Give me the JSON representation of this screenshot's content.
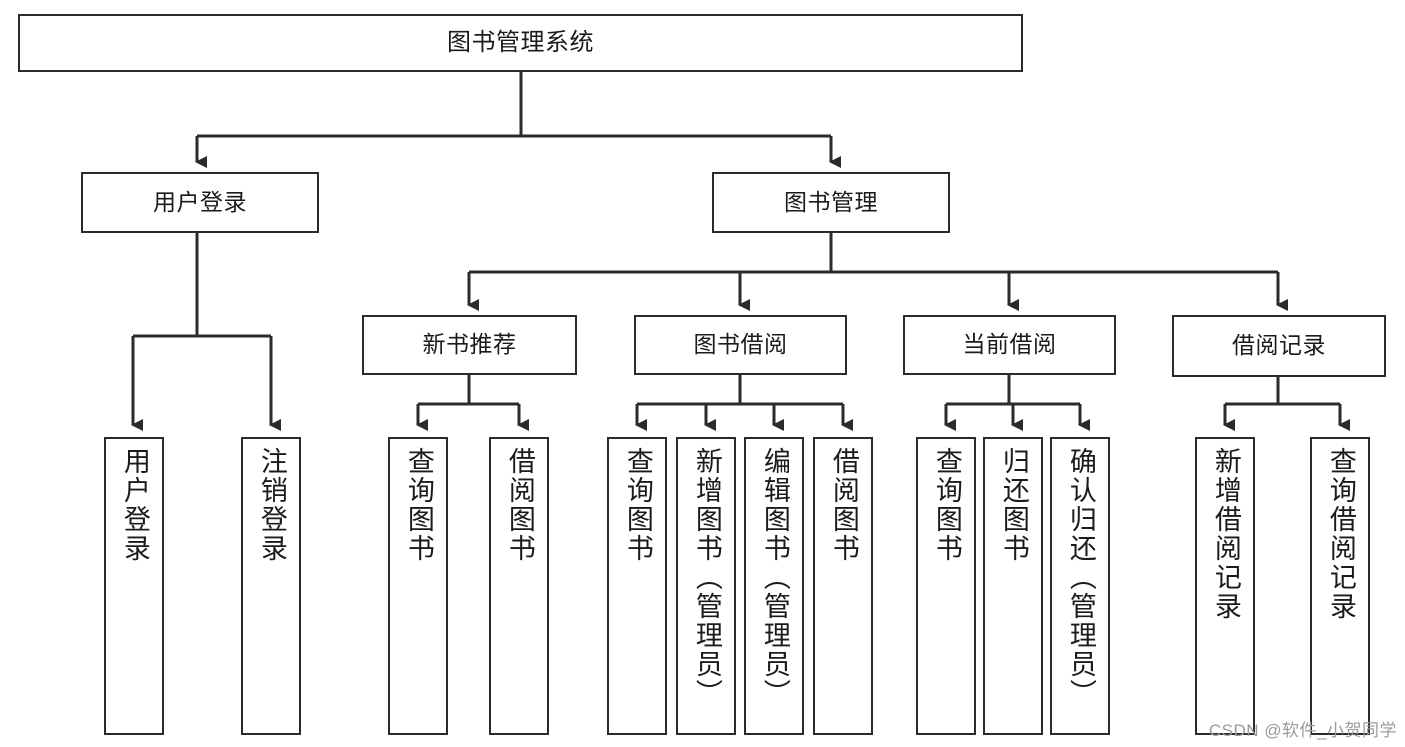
{
  "diagram": {
    "title": "图书管理系统",
    "type": "tree-hierarchy",
    "watermark": "CSDN @软件_小贺同学",
    "colors": {
      "stroke": "#2b2b2b",
      "fill": "#ffffff",
      "text": "#1b1b1b",
      "watermark": "#9a9a9a"
    },
    "root": {
      "id": "root",
      "label": "图书管理系统"
    },
    "level2": [
      {
        "id": "user-login",
        "label": "用户登录"
      },
      {
        "id": "book-manage",
        "label": "图书管理"
      }
    ],
    "level3": [
      {
        "id": "new-book-recommend",
        "label": "新书推荐",
        "parent": "book-manage"
      },
      {
        "id": "book-borrow",
        "label": "图书借阅",
        "parent": "book-manage"
      },
      {
        "id": "current-borrow",
        "label": "当前借阅",
        "parent": "book-manage"
      },
      {
        "id": "borrow-record",
        "label": "借阅记录",
        "parent": "book-manage"
      }
    ],
    "leaves": [
      {
        "id": "leaf-user-login",
        "label": "用户登录",
        "parent": "user-login"
      },
      {
        "id": "leaf-logout-login",
        "label": "注销登录",
        "parent": "user-login"
      },
      {
        "id": "leaf-query-book-rec",
        "label": "查询图书",
        "parent": "new-book-recommend"
      },
      {
        "id": "leaf-borrow-book-rec",
        "label": "借阅图书",
        "parent": "new-book-recommend"
      },
      {
        "id": "leaf-query-book-borrow",
        "label": "查询图书",
        "parent": "book-borrow"
      },
      {
        "id": "leaf-add-book-admin",
        "label": "新增图书（管理员）",
        "parent": "book-borrow"
      },
      {
        "id": "leaf-edit-book-admin",
        "label": "编辑图书（管理员）",
        "parent": "book-borrow"
      },
      {
        "id": "leaf-borrow-book",
        "label": "借阅图书",
        "parent": "book-borrow"
      },
      {
        "id": "leaf-query-book-cur",
        "label": "查询图书",
        "parent": "current-borrow"
      },
      {
        "id": "leaf-return-book",
        "label": "归还图书",
        "parent": "current-borrow"
      },
      {
        "id": "leaf-confirm-return-admin",
        "label": "确认归还（管理员）",
        "parent": "current-borrow"
      },
      {
        "id": "leaf-add-borrow-record",
        "label": "新增借阅记录",
        "parent": "borrow-record"
      },
      {
        "id": "leaf-query-borrow-record",
        "label": "查询借阅记录",
        "parent": "borrow-record"
      }
    ]
  }
}
